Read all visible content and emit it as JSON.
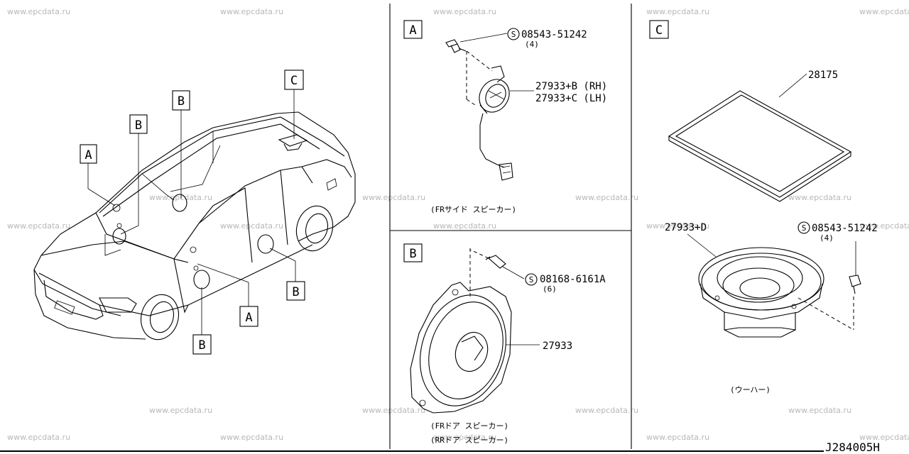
{
  "watermark": "www.epcdata.ru",
  "diagram_code": "J284005H",
  "callouts": {
    "overview": [
      "A",
      "B",
      "B",
      "C",
      "B",
      "A",
      "B"
    ]
  },
  "section_a": {
    "letter": "A",
    "screw_circle": "S",
    "screw_part": "08543-51242",
    "screw_qty": "(4)",
    "speaker_part_rh": "27933+B (RH)",
    "speaker_part_lh": "27933+C (LH)",
    "caption": "(FRサイド スピーカー)"
  },
  "section_b": {
    "letter": "B",
    "screw_circle": "S",
    "screw_part": "08168-6161A",
    "screw_qty": "(6)",
    "speaker_part": "27933",
    "caption_1": "(FRドア スピーカー)",
    "caption_2": "(RRドア スピーカー)"
  },
  "section_c": {
    "letter": "C",
    "cover_part": "28175",
    "woofer_part": "27933+D",
    "screw_circle": "S",
    "screw_part": "08543-51242",
    "screw_qty": "(4)",
    "caption": "(ウーハー)"
  }
}
